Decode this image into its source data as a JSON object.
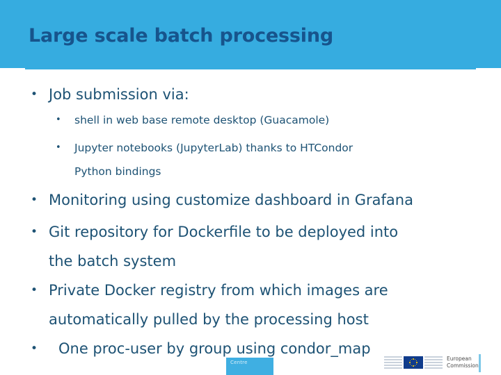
{
  "slide": {
    "title": "Large scale batch processing",
    "bullet_glyph": "•",
    "colors": {
      "header_band": "#36ace0",
      "title_text": "#17548c",
      "body_text": "#1d5274",
      "centre_logo_bg": "#3fafe2",
      "eu_flag_blue": "#103c8c",
      "eu_star_yellow": "#ffcc00",
      "right_divider": "#7ec8e8"
    },
    "lines": [
      {
        "level": 1,
        "bullet": true,
        "text": "Job submission via:"
      },
      {
        "level": 2,
        "bullet": true,
        "text": "shell in web base remote desktop (Guacamole)"
      },
      {
        "level": 2,
        "bullet": true,
        "text": "Jupyter notebooks (JupyterLab) thanks to HTCondor"
      },
      {
        "level": 2,
        "bullet": false,
        "text": "Python bindings"
      },
      {
        "level": 1,
        "bullet": true,
        "text": "Monitoring using customize dashboard in Grafana"
      },
      {
        "level": 1,
        "bullet": true,
        "text": "Git repository for Dockerfile to be deployed into"
      },
      {
        "level": 1,
        "bullet": false,
        "text": "the batch system"
      },
      {
        "level": 1,
        "bullet": true,
        "text": "Private Docker registry from which images are"
      },
      {
        "level": 1,
        "bullet": false,
        "text": "automatically pulled by the processing host"
      },
      {
        "level": 1,
        "bullet": true,
        "text": "One proc-user by group using condor_map",
        "wide": true
      }
    ]
  },
  "footer": {
    "centre_logo_label": "Centre",
    "ec_line1": "European",
    "ec_line2": "Commission"
  }
}
